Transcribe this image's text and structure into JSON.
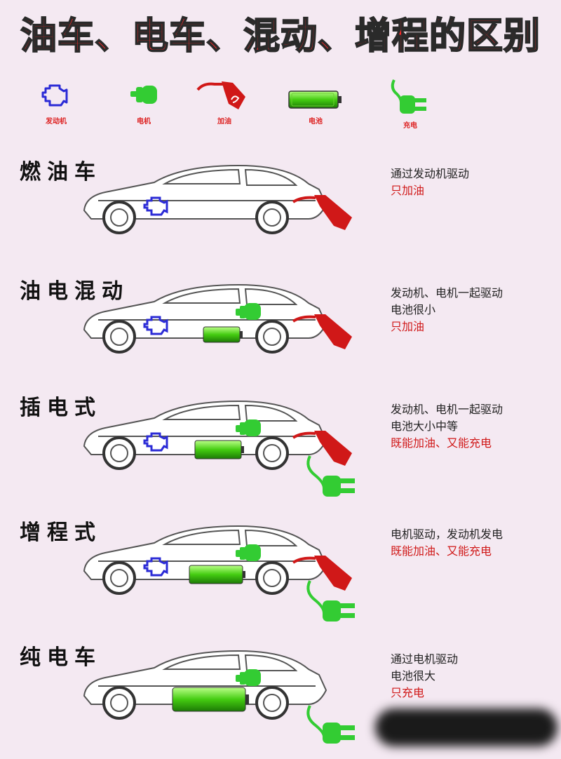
{
  "title": "油车、电车、混动、增程的区别",
  "legend": [
    {
      "label": "发动机",
      "icon": "engine-icon"
    },
    {
      "label": "电机",
      "icon": "motor-icon"
    },
    {
      "label": "加油",
      "icon": "fuel-nozzle-icon"
    },
    {
      "label": "电池",
      "icon": "battery-icon"
    },
    {
      "label": "充电",
      "icon": "charging-plug-icon"
    }
  ],
  "sections": [
    {
      "title": "燃油车",
      "lines_black": [
        "通过发动机驱动"
      ],
      "lines_red": [
        "只加油"
      ]
    },
    {
      "title": "油电混动",
      "lines_black": [
        "发动机、电机一起驱动",
        "电池很小"
      ],
      "lines_red": [
        "只加油"
      ]
    },
    {
      "title": "插电式",
      "lines_black": [
        "发动机、电机一起驱动",
        "电池大小中等"
      ],
      "lines_red": [
        "既能加油、又能充电"
      ]
    },
    {
      "title": "增程式",
      "lines_black": [
        "电机驱动，发动机发电"
      ],
      "lines_red": [
        "既能加油、又能充电"
      ]
    },
    {
      "title": "纯电车",
      "lines_black": [
        "通过电机驱动",
        "电池很大"
      ],
      "lines_red": [
        "只充电"
      ]
    }
  ],
  "colors": {
    "engine": "#2b2bd6",
    "motor": "#33cc33",
    "fuel": "#d01818",
    "battery": "#55dd22",
    "plug": "#33cc33",
    "title": "#ff2a2a"
  }
}
